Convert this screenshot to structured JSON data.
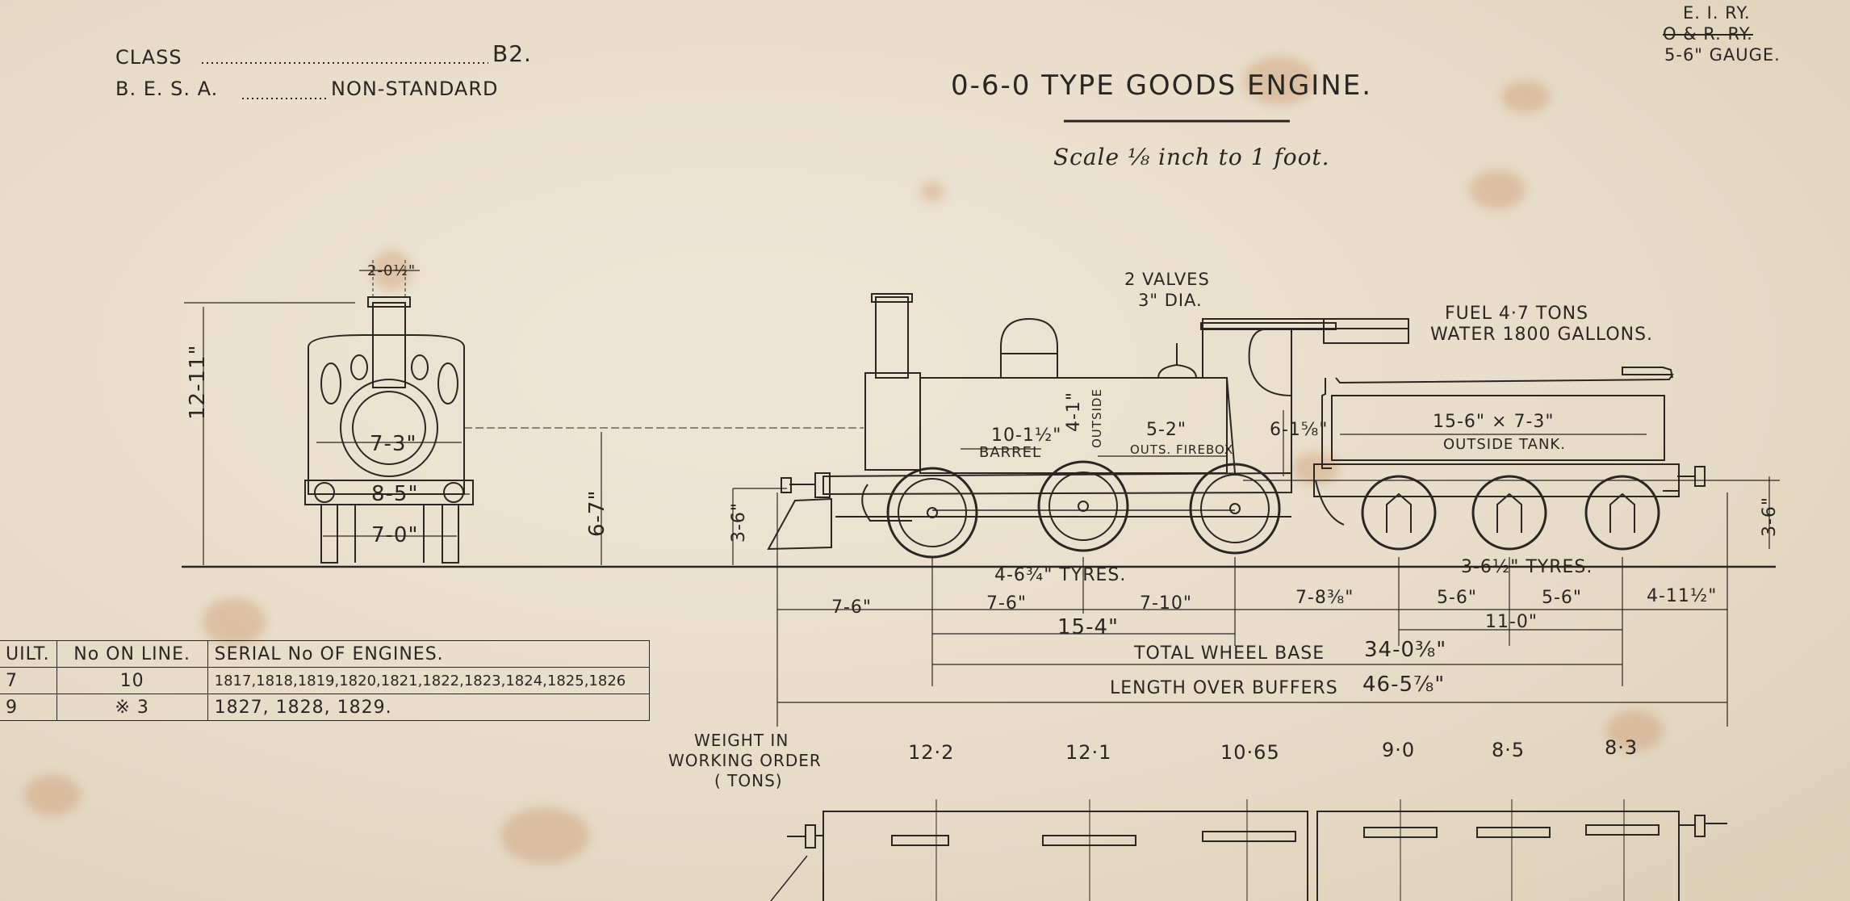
{
  "header": {
    "class_label": "CLASS",
    "class_value": "B2.",
    "besa_label": "B. E. S. A.",
    "besa_value": "NON-STANDARD",
    "title": "0-6-0 TYPE GOODS ENGINE.",
    "scale": "Scale ⅛ inch to 1 foot.",
    "railway_1": "E. I. RY.",
    "railway_2": "O & R. RY.",
    "gauge": "5-6\" GAUGE."
  },
  "front_view": {
    "chimney_width": "2-0½\"",
    "height": "12-11\"",
    "boiler_width": "7-3\"",
    "buffer_width": "8-5\"",
    "frame_width": "7-0\""
  },
  "side_view": {
    "valves_line1": "2 VALVES",
    "valves_line2": "3\" DIA.",
    "fuel": "FUEL 4·7 TONS",
    "water": "WATER 1800 GALLONS.",
    "boiler_centre_height": "6-7\"",
    "buffer_height_engine": "3-6\"",
    "buffer_height_tender": "3-6\"",
    "barrel_length": "10-1½\"",
    "barrel_label": "BARREL",
    "boiler_dia": "4-1\"",
    "outside_label": "OUTSIDE",
    "firebox_length": "5-2\"",
    "firebox_label": "OUTS. FIREBOX",
    "firebox_height": "6-1⅝\"",
    "tank_size": "15-6\" × 7-3\"",
    "tank_label": "OUTSIDE TANK."
  },
  "dimensions": {
    "engine_tyres": "4-6¾\" TYRES.",
    "tender_tyres": "3-6½\" TYRES.",
    "d1": "7-6\"",
    "d2": "7-6\"",
    "d3": "7-10\"",
    "d4": "7-8⅜\"",
    "d5": "5-6\"",
    "d6": "5-6\"",
    "d7": "4-11½\"",
    "engine_wb": "15-4\"",
    "tender_wb": "11-0\"",
    "total_wb_label": "TOTAL WHEEL BASE",
    "total_wb": "34-0⅜\"",
    "length_label": "LENGTH OVER BUFFERS",
    "length": "46-5⅞\""
  },
  "weights": {
    "label_1": "WEIGHT IN",
    "label_2": "WORKING ORDER",
    "label_3": "( TONS)",
    "values": [
      "12·2",
      "12·1",
      "10·65",
      "9·0",
      "8·5",
      "8·3"
    ]
  },
  "register": {
    "headers": [
      "UILT.",
      "No ON LINE.",
      "SERIAL No OF ENGINES."
    ],
    "rows": [
      [
        "7",
        "10",
        "1817,1818,1819,1820,1821,1822,1823,1824,1825,1826"
      ],
      [
        "9",
        "※ 3",
        "1827, 1828, 1829."
      ]
    ]
  }
}
